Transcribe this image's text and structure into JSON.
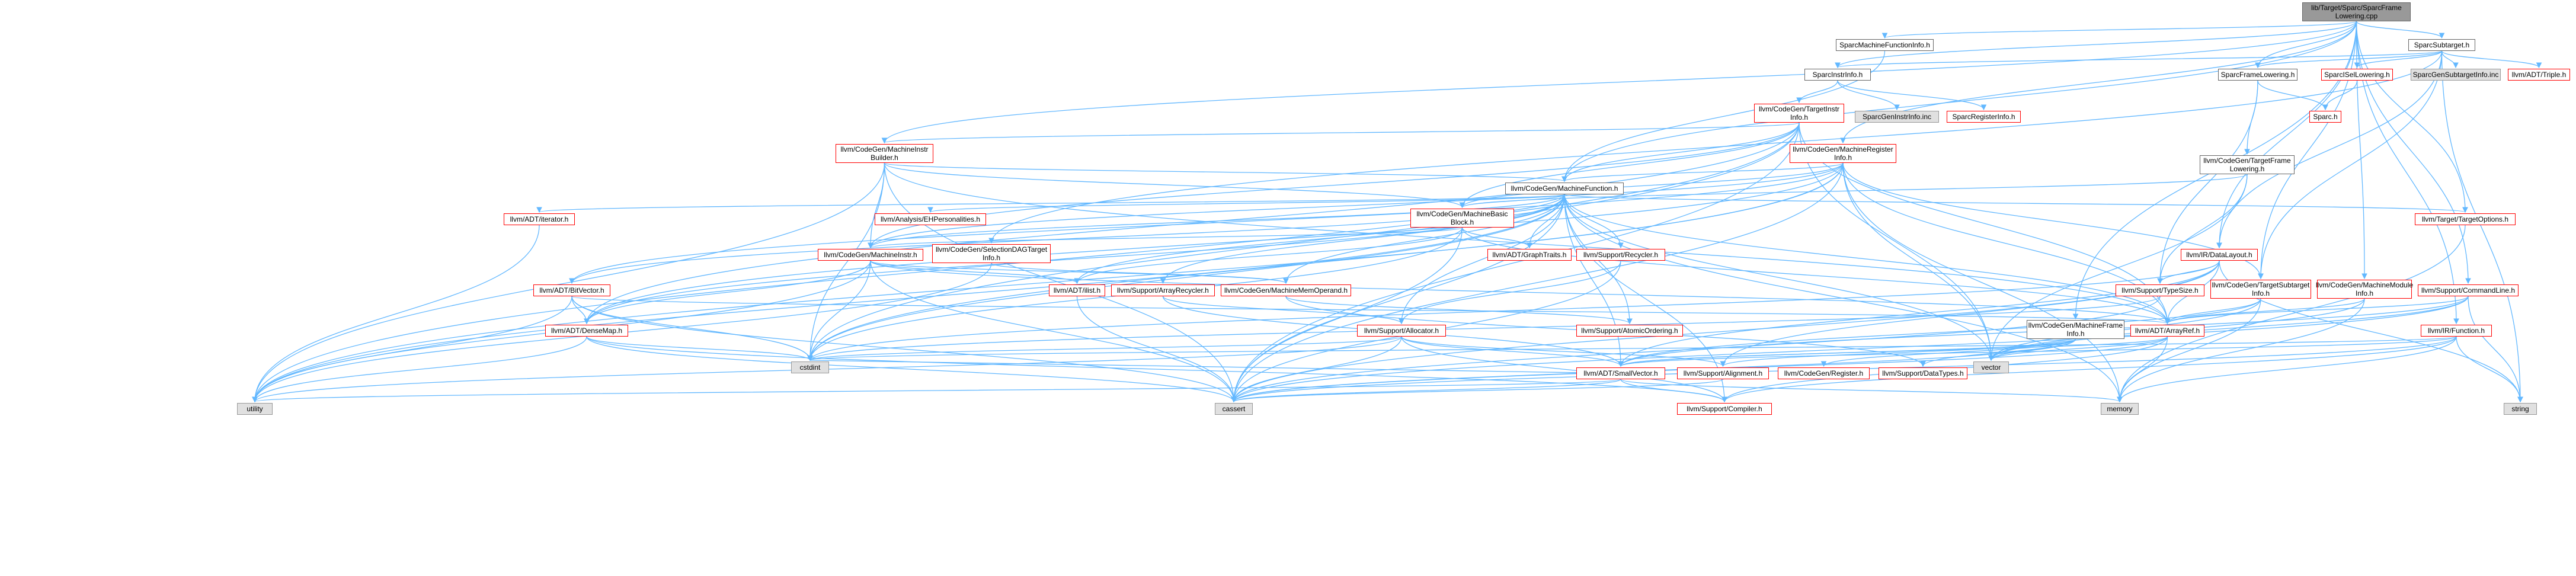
{
  "graph": {
    "title": "lib/Target/Sparc/SparcFrameLowering.cpp",
    "edge_color": "#63b8ff",
    "node_colors": {
      "root_fill": "#999999",
      "documented_border": "#666666",
      "undocumented_border": "#ff0000",
      "external_fill": "#e0e0e0"
    },
    "nodes": [
      {
        "id": "root",
        "label": "lib/Target/Sparc/SparcFrame\nLowering.cpp",
        "kind": "root"
      },
      {
        "id": "SparcMFI",
        "label": "SparcMachineFunctionInfo.h",
        "kind": "doc"
      },
      {
        "id": "SparcSubtarget",
        "label": "SparcSubtarget.h",
        "kind": "doc"
      },
      {
        "id": "SparcInstrInfo",
        "label": "SparcInstrInfo.h",
        "kind": "doc"
      },
      {
        "id": "SparcFrameLowering",
        "label": "SparcFrameLowering.h",
        "kind": "doc"
      },
      {
        "id": "SparcISelLowering",
        "label": "SparcISelLowering.h",
        "kind": "red"
      },
      {
        "id": "SparcGenSubtargetInfo",
        "label": "SparcGenSubtargetInfo.inc",
        "kind": "gray"
      },
      {
        "id": "Triple",
        "label": "llvm/ADT/Triple.h",
        "kind": "red"
      },
      {
        "id": "TargetInstrInfo",
        "label": "llvm/CodeGen/TargetInstr\nInfo.h",
        "kind": "red"
      },
      {
        "id": "SparcGenInstrInfo",
        "label": "SparcGenInstrInfo.inc",
        "kind": "gray"
      },
      {
        "id": "SparcRegisterInfo",
        "label": "SparcRegisterInfo.h",
        "kind": "red"
      },
      {
        "id": "Sparc",
        "label": "Sparc.h",
        "kind": "red"
      },
      {
        "id": "MachineInstrBuilder",
        "label": "llvm/CodeGen/MachineInstr\nBuilder.h",
        "kind": "red"
      },
      {
        "id": "MachineRegisterInfo",
        "label": "llvm/CodeGen/MachineRegister\nInfo.h",
        "kind": "red"
      },
      {
        "id": "TargetFrameLowering",
        "label": "llvm/CodeGen/TargetFrame\nLowering.h",
        "kind": "doc"
      },
      {
        "id": "MachineFunction",
        "label": "llvm/CodeGen/MachineFunction.h",
        "kind": "doc"
      },
      {
        "id": "iterator",
        "label": "llvm/ADT/iterator.h",
        "kind": "red"
      },
      {
        "id": "EHPersonalities",
        "label": "llvm/Analysis/EHPersonalities.h",
        "kind": "red"
      },
      {
        "id": "MachineBasicBlock",
        "label": "llvm/CodeGen/MachineBasic\nBlock.h",
        "kind": "red"
      },
      {
        "id": "TargetOptions",
        "label": "llvm/Target/TargetOptions.h",
        "kind": "red"
      },
      {
        "id": "MachineInstr",
        "label": "llvm/CodeGen/MachineInstr.h",
        "kind": "red"
      },
      {
        "id": "SelectionDAGTargetInfo",
        "label": "llvm/CodeGen/SelectionDAGTarget\nInfo.h",
        "kind": "red"
      },
      {
        "id": "GraphTraits",
        "label": "llvm/ADT/GraphTraits.h",
        "kind": "red"
      },
      {
        "id": "Recycler",
        "label": "llvm/Support/Recycler.h",
        "kind": "red"
      },
      {
        "id": "DataLayout",
        "label": "llvm/IR/DataLayout.h",
        "kind": "red"
      },
      {
        "id": "BitVector",
        "label": "llvm/ADT/BitVector.h",
        "kind": "red"
      },
      {
        "id": "ilist",
        "label": "llvm/ADT/ilist.h",
        "kind": "red"
      },
      {
        "id": "ArrayRecycler",
        "label": "llvm/Support/ArrayRecycler.h",
        "kind": "red"
      },
      {
        "id": "MachineMemOperand",
        "label": "llvm/CodeGen/MachineMemOperand.h",
        "kind": "red"
      },
      {
        "id": "TypeSize",
        "label": "llvm/Support/TypeSize.h",
        "kind": "red"
      },
      {
        "id": "TargetSubtargetInfo",
        "label": "llvm/CodeGen/TargetSubtarget\nInfo.h",
        "kind": "red"
      },
      {
        "id": "MachineModuleInfo",
        "label": "llvm/CodeGen/MachineModule\nInfo.h",
        "kind": "red"
      },
      {
        "id": "CommandLine",
        "label": "llvm/Support/CommandLine.h",
        "kind": "red"
      },
      {
        "id": "DenseMap",
        "label": "llvm/ADT/DenseMap.h",
        "kind": "red"
      },
      {
        "id": "Allocator",
        "label": "llvm/Support/Allocator.h",
        "kind": "red"
      },
      {
        "id": "AtomicOrdering",
        "label": "llvm/Support/AtomicOrdering.h",
        "kind": "red"
      },
      {
        "id": "MachineFrameInfo",
        "label": "llvm/CodeGen/MachineFrame\nInfo.h",
        "kind": "doc"
      },
      {
        "id": "ArrayRef",
        "label": "llvm/ADT/ArrayRef.h",
        "kind": "red"
      },
      {
        "id": "IRFunction",
        "label": "llvm/IR/Function.h",
        "kind": "red"
      },
      {
        "id": "cstdint",
        "label": "cstdint",
        "kind": "gray"
      },
      {
        "id": "SmallVector",
        "label": "llvm/ADT/SmallVector.h",
        "kind": "red"
      },
      {
        "id": "Alignment",
        "label": "llvm/Support/Alignment.h",
        "kind": "red"
      },
      {
        "id": "Register",
        "label": "llvm/CodeGen/Register.h",
        "kind": "red"
      },
      {
        "id": "DataTypes",
        "label": "llvm/Support/DataTypes.h",
        "kind": "red"
      },
      {
        "id": "vector",
        "label": "vector",
        "kind": "gray"
      },
      {
        "id": "utility",
        "label": "utility",
        "kind": "gray"
      },
      {
        "id": "cassert",
        "label": "cassert",
        "kind": "gray"
      },
      {
        "id": "Compiler",
        "label": "llvm/Support/Compiler.h",
        "kind": "red"
      },
      {
        "id": "memory",
        "label": "memory",
        "kind": "gray"
      },
      {
        "id": "string",
        "label": "string",
        "kind": "gray"
      }
    ],
    "edges": [
      [
        "root",
        "SparcMFI"
      ],
      [
        "root",
        "SparcSubtarget"
      ],
      [
        "root",
        "SparcInstrInfo"
      ],
      [
        "root",
        "SparcFrameLowering"
      ],
      [
        "root",
        "MachineInstrBuilder"
      ],
      [
        "root",
        "MachineRegisterInfo"
      ],
      [
        "root",
        "MachineFunction"
      ],
      [
        "root",
        "MachineFrameInfo"
      ],
      [
        "root",
        "MachineModuleInfo"
      ],
      [
        "root",
        "DataLayout"
      ],
      [
        "root",
        "IRFunction"
      ],
      [
        "root",
        "CommandLine"
      ],
      [
        "root",
        "TargetOptions"
      ],
      [
        "root",
        "TargetSubtargetInfo"
      ],
      [
        "SparcMFI",
        "MachineFunction"
      ],
      [
        "SparcSubtarget",
        "SparcInstrInfo"
      ],
      [
        "SparcSubtarget",
        "SparcFrameLowering"
      ],
      [
        "SparcSubtarget",
        "SparcISelLowering"
      ],
      [
        "SparcSubtarget",
        "SparcGenSubtargetInfo"
      ],
      [
        "SparcSubtarget",
        "Triple"
      ],
      [
        "SparcSubtarget",
        "DataLayout"
      ],
      [
        "SparcSubtarget",
        "TargetSubtargetInfo"
      ],
      [
        "SparcSubtarget",
        "string"
      ],
      [
        "SparcSubtarget",
        "SelectionDAGTargetInfo"
      ],
      [
        "SparcInstrInfo",
        "TargetInstrInfo"
      ],
      [
        "SparcInstrInfo",
        "SparcGenInstrInfo"
      ],
      [
        "SparcInstrInfo",
        "SparcRegisterInfo"
      ],
      [
        "SparcFrameLowering",
        "Sparc"
      ],
      [
        "SparcFrameLowering",
        "TargetFrameLowering"
      ],
      [
        "SparcFrameLowering",
        "TypeSize"
      ],
      [
        "SparcISelLowering",
        "Sparc"
      ],
      [
        "TargetInstrInfo",
        "MachineInstrBuilder"
      ],
      [
        "TargetInstrInfo",
        "MachineFunction"
      ],
      [
        "TargetInstrInfo",
        "MachineBasicBlock"
      ],
      [
        "TargetInstrInfo",
        "MachineInstr"
      ],
      [
        "TargetInstrInfo",
        "ArrayRef"
      ],
      [
        "TargetInstrInfo",
        "DenseMap"
      ],
      [
        "TargetInstrInfo",
        "utility"
      ],
      [
        "TargetInstrInfo",
        "cassert"
      ],
      [
        "TargetInstrInfo",
        "cstdint"
      ],
      [
        "TargetInstrInfo",
        "vector"
      ],
      [
        "MachineInstrBuilder",
        "MachineFunction"
      ],
      [
        "MachineInstrBuilder",
        "MachineBasicBlock"
      ],
      [
        "MachineInstrBuilder",
        "MachineInstr"
      ],
      [
        "MachineInstrBuilder",
        "ArrayRef"
      ],
      [
        "MachineInstrBuilder",
        "cassert"
      ],
      [
        "MachineInstrBuilder",
        "cstdint"
      ],
      [
        "MachineInstrBuilder",
        "utility"
      ],
      [
        "MachineRegisterInfo",
        "MachineFunction"
      ],
      [
        "MachineRegisterInfo",
        "MachineBasicBlock"
      ],
      [
        "MachineRegisterInfo",
        "MachineInstr"
      ],
      [
        "MachineRegisterInfo",
        "BitVector"
      ],
      [
        "MachineRegisterInfo",
        "ArrayRef"
      ],
      [
        "MachineRegisterInfo",
        "DenseMap"
      ],
      [
        "MachineRegisterInfo",
        "TargetSubtargetInfo"
      ],
      [
        "MachineRegisterInfo",
        "cassert"
      ],
      [
        "MachineRegisterInfo",
        "cstdint"
      ],
      [
        "MachineRegisterInfo",
        "memory"
      ],
      [
        "MachineRegisterInfo",
        "utility"
      ],
      [
        "MachineRegisterInfo",
        "vector"
      ],
      [
        "TargetFrameLowering",
        "MachineBasicBlock"
      ],
      [
        "TargetFrameLowering",
        "TypeSize"
      ],
      [
        "TargetFrameLowering",
        "vector"
      ],
      [
        "MachineFunction",
        "iterator"
      ],
      [
        "MachineFunction",
        "EHPersonalities"
      ],
      [
        "MachineFunction",
        "MachineBasicBlock"
      ],
      [
        "MachineFunction",
        "MachineInstr"
      ],
      [
        "MachineFunction",
        "MachineMemOperand"
      ],
      [
        "MachineFunction",
        "GraphTraits"
      ],
      [
        "MachineFunction",
        "Recycler"
      ],
      [
        "MachineFunction",
        "TargetOptions"
      ],
      [
        "MachineFunction",
        "BitVector"
      ],
      [
        "MachineFunction",
        "ilist"
      ],
      [
        "MachineFunction",
        "ArrayRecycler"
      ],
      [
        "MachineFunction",
        "Allocator"
      ],
      [
        "MachineFunction",
        "AtomicOrdering"
      ],
      [
        "MachineFunction",
        "ArrayRef"
      ],
      [
        "MachineFunction",
        "DenseMap"
      ],
      [
        "MachineFunction",
        "SmallVector"
      ],
      [
        "MachineFunction",
        "Compiler"
      ],
      [
        "MachineFunction",
        "cassert"
      ],
      [
        "MachineFunction",
        "cstdint"
      ],
      [
        "MachineFunction",
        "memory"
      ],
      [
        "MachineFunction",
        "utility"
      ],
      [
        "MachineFunction",
        "vector"
      ],
      [
        "iterator",
        "utility"
      ],
      [
        "MachineBasicBlock",
        "MachineInstr"
      ],
      [
        "MachineBasicBlock",
        "GraphTraits"
      ],
      [
        "MachineBasicBlock",
        "ilist"
      ],
      [
        "MachineBasicBlock",
        "ArrayRef"
      ],
      [
        "MachineBasicBlock",
        "cassert"
      ],
      [
        "MachineBasicBlock",
        "cstdint"
      ],
      [
        "MachineInstr",
        "MachineMemOperand"
      ],
      [
        "MachineInstr",
        "ilist"
      ],
      [
        "MachineInstr",
        "ArrayRef"
      ],
      [
        "MachineInstr",
        "DenseMap"
      ],
      [
        "MachineInstr",
        "cassert"
      ],
      [
        "MachineInstr",
        "cstdint"
      ],
      [
        "MachineInstr",
        "utility"
      ],
      [
        "SelectionDAGTargetInfo",
        "MachineMemOperand"
      ],
      [
        "SelectionDAGTargetInfo",
        "utility"
      ],
      [
        "Recycler",
        "Allocator"
      ],
      [
        "Recycler",
        "cassert"
      ],
      [
        "ArrayRecycler",
        "Allocator"
      ],
      [
        "ArrayRecycler",
        "SmallVector"
      ],
      [
        "MachineMemOperand",
        "AtomicOrdering"
      ],
      [
        "MachineMemOperand",
        "DataTypes"
      ],
      [
        "BitVector",
        "ArrayRef"
      ],
      [
        "BitVector",
        "DenseMap"
      ],
      [
        "BitVector",
        "cassert"
      ],
      [
        "BitVector",
        "utility"
      ],
      [
        "BitVector",
        "cstdint"
      ],
      [
        "ilist",
        "cassert"
      ],
      [
        "DenseMap",
        "cassert"
      ],
      [
        "DenseMap",
        "cstdint"
      ],
      [
        "DenseMap",
        "utility"
      ],
      [
        "DenseMap",
        "Compiler"
      ],
      [
        "Allocator",
        "SmallVector"
      ],
      [
        "Allocator",
        "Alignment"
      ],
      [
        "Allocator",
        "Compiler"
      ],
      [
        "Allocator",
        "cassert"
      ],
      [
        "Allocator",
        "cstdint"
      ],
      [
        "Allocator",
        "utility"
      ],
      [
        "DataLayout",
        "TypeSize"
      ],
      [
        "DataLayout",
        "ArrayRef"
      ],
      [
        "DataLayout",
        "SmallVector"
      ],
      [
        "DataLayout",
        "Alignment"
      ],
      [
        "DataLayout",
        "cassert"
      ],
      [
        "DataLayout",
        "cstdint"
      ],
      [
        "DataLayout",
        "string"
      ],
      [
        "TypeSize",
        "cassert"
      ],
      [
        "TypeSize",
        "cstdint"
      ],
      [
        "TargetSubtargetInfo",
        "ArrayRef"
      ],
      [
        "TargetSubtargetInfo",
        "SmallVector"
      ],
      [
        "TargetSubtargetInfo",
        "memory"
      ],
      [
        "TargetSubtargetInfo",
        "vector"
      ],
      [
        "MachineModuleInfo",
        "ArrayRef"
      ],
      [
        "MachineModuleInfo",
        "memory"
      ],
      [
        "MachineModuleInfo",
        "vector"
      ],
      [
        "CommandLine",
        "ArrayRef"
      ],
      [
        "CommandLine",
        "SmallVector"
      ],
      [
        "CommandLine",
        "cassert"
      ],
      [
        "CommandLine",
        "string"
      ],
      [
        "CommandLine",
        "vector"
      ],
      [
        "TargetOptions",
        "memory"
      ],
      [
        "MachineFrameInfo",
        "SmallVector"
      ],
      [
        "MachineFrameInfo",
        "Register"
      ],
      [
        "MachineFrameInfo",
        "Alignment"
      ],
      [
        "MachineFrameInfo",
        "DataTypes"
      ],
      [
        "MachineFrameInfo",
        "cassert"
      ],
      [
        "MachineFrameInfo",
        "vector"
      ],
      [
        "ArrayRef",
        "SmallVector"
      ],
      [
        "ArrayRef",
        "Compiler"
      ],
      [
        "ArrayRef",
        "cassert"
      ],
      [
        "ArrayRef",
        "vector"
      ],
      [
        "ArrayRef",
        "memory"
      ],
      [
        "IRFunction",
        "SmallVector"
      ],
      [
        "IRFunction",
        "Compiler"
      ],
      [
        "IRFunction",
        "cassert"
      ],
      [
        "IRFunction",
        "cstdint"
      ],
      [
        "IRFunction",
        "memory"
      ],
      [
        "IRFunction",
        "string"
      ],
      [
        "SmallVector",
        "Compiler"
      ],
      [
        "SmallVector",
        "cassert"
      ],
      [
        "SmallVector",
        "cstdint"
      ],
      [
        "SmallVector",
        "utility"
      ],
      [
        "SmallVector",
        "memory"
      ],
      [
        "Alignment",
        "cassert"
      ]
    ]
  }
}
